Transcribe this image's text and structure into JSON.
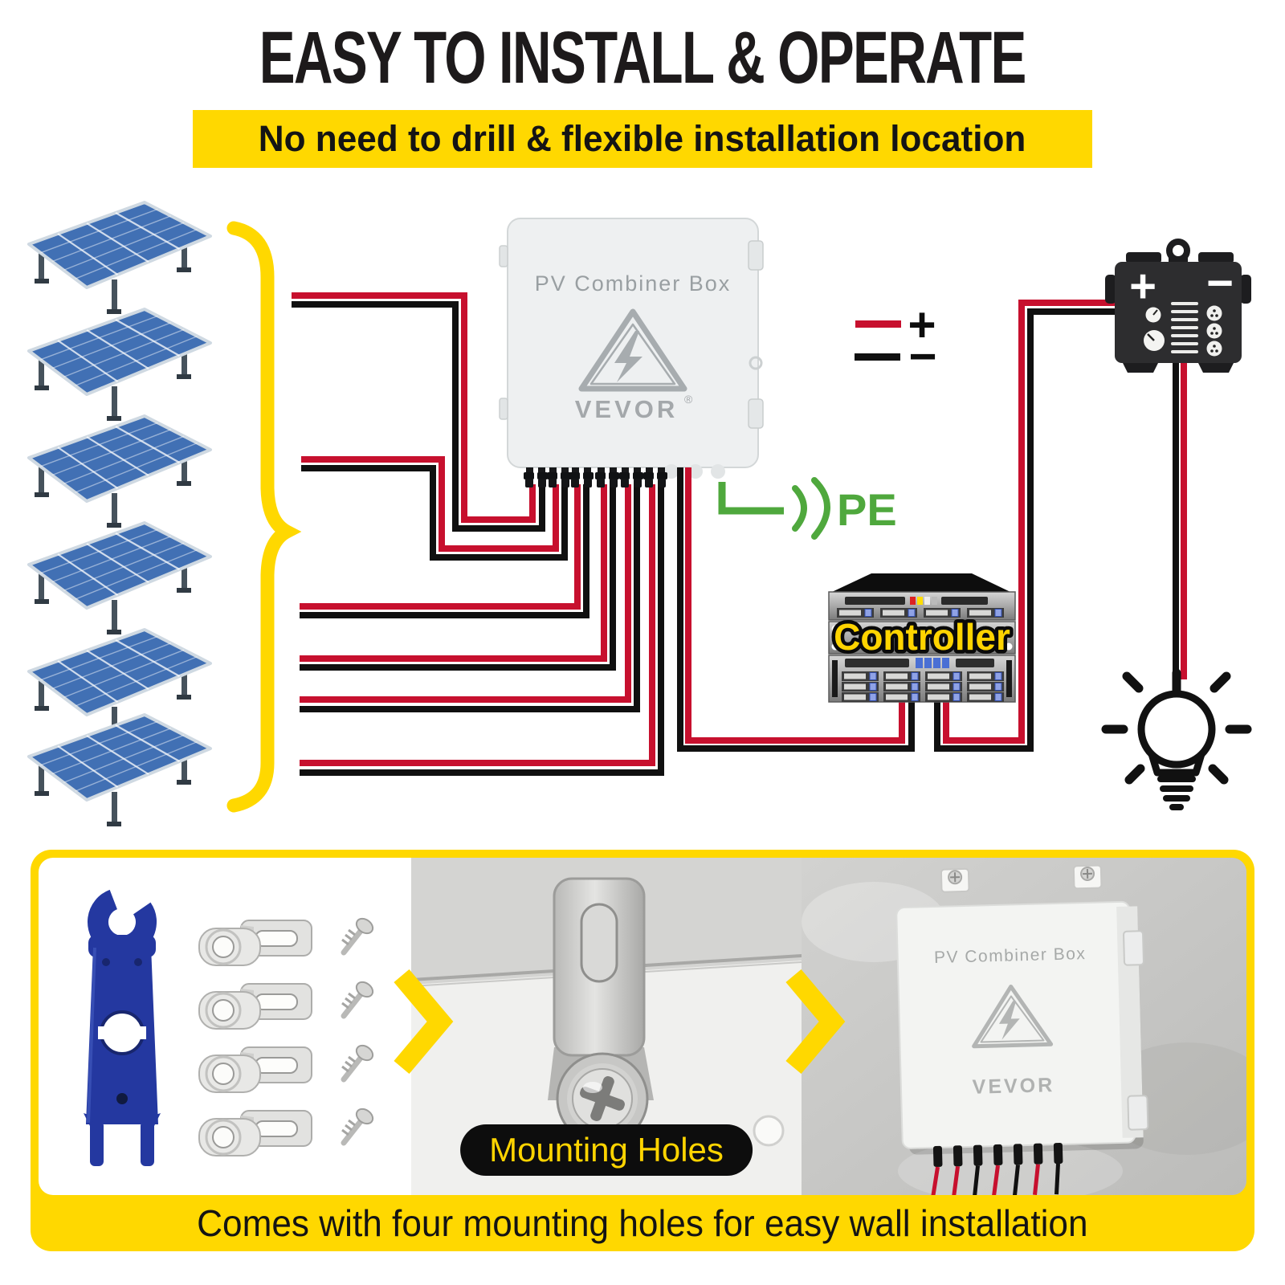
{
  "title": "EASY TO INSTALL & OPERATE",
  "subtitle": "No need to drill & flexible installation location",
  "diagram": {
    "combiner_box": {
      "label": "PV Combiner Box",
      "brand": "VEVOR",
      "brand_mark": "®"
    },
    "pe_label": "PE",
    "legend": {
      "plus": "+",
      "minus": "−"
    },
    "battery": {
      "plus": "+",
      "minus": "−"
    },
    "controller": {
      "label": "Controller"
    },
    "solar_panel_count": 6,
    "pv_string_count": 6
  },
  "wall_box": {
    "label": "PV Combiner Box",
    "brand": "VEVOR"
  },
  "footer": {
    "mounting_holes_label": "Mounting Holes",
    "caption": "Comes with four mounting holes for easy wall installation"
  },
  "colors": {
    "accent_yellow": "#ffd800",
    "wire_red": "#c7102e",
    "wire_black": "#101010",
    "pe_green": "#4fa83d",
    "controller_text_yellow": "#ffd400",
    "panel_blue": "#4170b4",
    "box_body": "#eef0f1",
    "box_text_gray": "#9aa0a3"
  }
}
